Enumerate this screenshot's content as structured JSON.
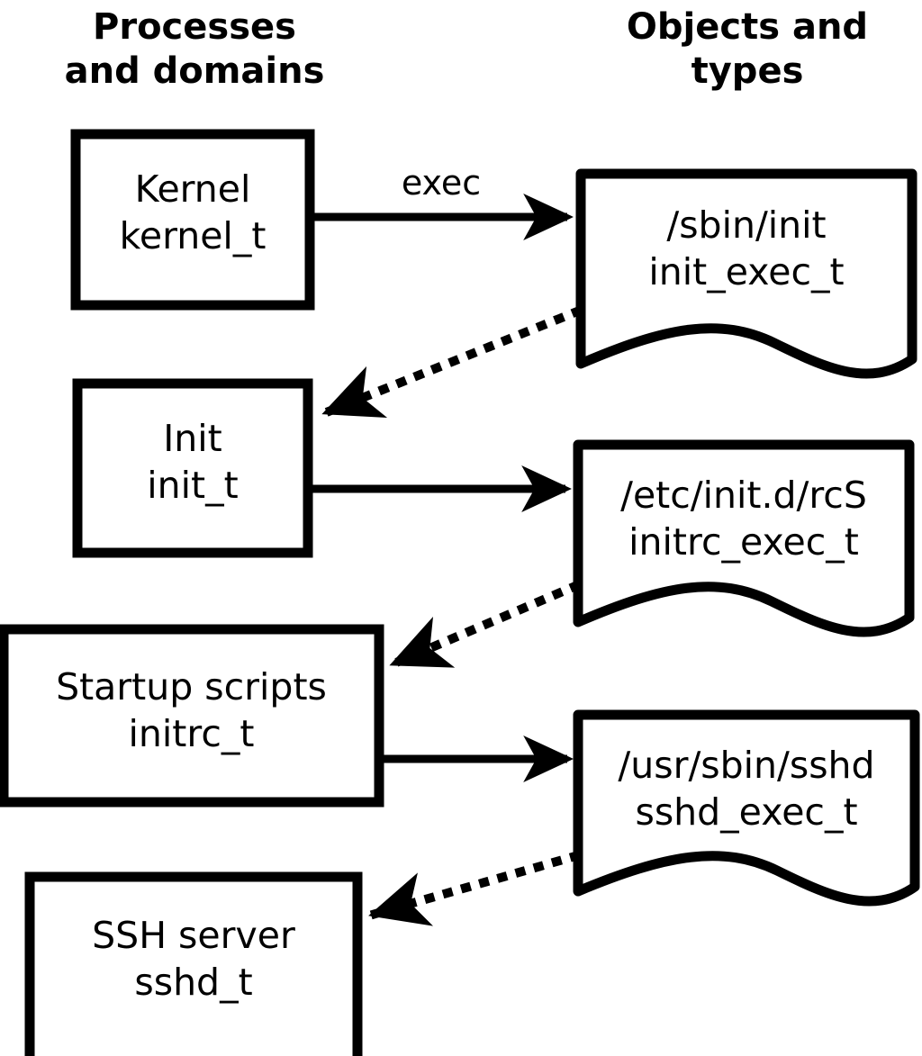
{
  "headers": {
    "left": "Processes\nand domains",
    "right": "Objects and\ntypes"
  },
  "colors": {
    "stroke": "#000000",
    "fill": "#ffffff",
    "background": "#ffffff"
  },
  "process_nodes": [
    {
      "id": "kernel",
      "title": "Kernel",
      "type": "kernel_t",
      "label": "Kernel\nkernel_t"
    },
    {
      "id": "init",
      "title": "Init",
      "type": "init_t",
      "label": "Init\ninit_t"
    },
    {
      "id": "initrc",
      "title": "Startup scripts",
      "type": "initrc_t",
      "label": "Startup scripts\ninitrc_t"
    },
    {
      "id": "sshd",
      "title": "SSH server",
      "type": "sshd_t",
      "label": "SSH server\nsshd_t"
    }
  ],
  "object_nodes": [
    {
      "id": "init-exec",
      "path": "/sbin/init",
      "type": "init_exec_t",
      "label": "/sbin/init\ninit_exec_t"
    },
    {
      "id": "initrc-exec",
      "path": "/etc/init.d/rcS",
      "type": "initrc_exec_t",
      "label": "/etc/init.d/rcS\ninitrc_exec_t"
    },
    {
      "id": "sshd-exec",
      "path": "/usr/sbin/sshd",
      "type": "sshd_exec_t",
      "label": "/usr/sbin/sshd\nsshd_exec_t"
    }
  ],
  "edges": [
    {
      "id": "kernel-exec-init",
      "from": "kernel",
      "to": "init-exec",
      "style": "solid",
      "label": "exec"
    },
    {
      "id": "initexec-transition",
      "from": "init-exec",
      "to": "init",
      "style": "dotted",
      "label": ""
    },
    {
      "id": "init-exec-initrc",
      "from": "init",
      "to": "initrc-exec",
      "style": "solid",
      "label": ""
    },
    {
      "id": "initrcexec-transition",
      "from": "initrc-exec",
      "to": "initrc",
      "style": "dotted",
      "label": ""
    },
    {
      "id": "initrc-exec-sshd",
      "from": "initrc",
      "to": "sshd-exec",
      "style": "solid",
      "label": ""
    },
    {
      "id": "sshdexec-transition",
      "from": "sshd-exec",
      "to": "sshd",
      "style": "dotted",
      "label": ""
    }
  ],
  "edge_labels": {
    "exec": "exec"
  }
}
